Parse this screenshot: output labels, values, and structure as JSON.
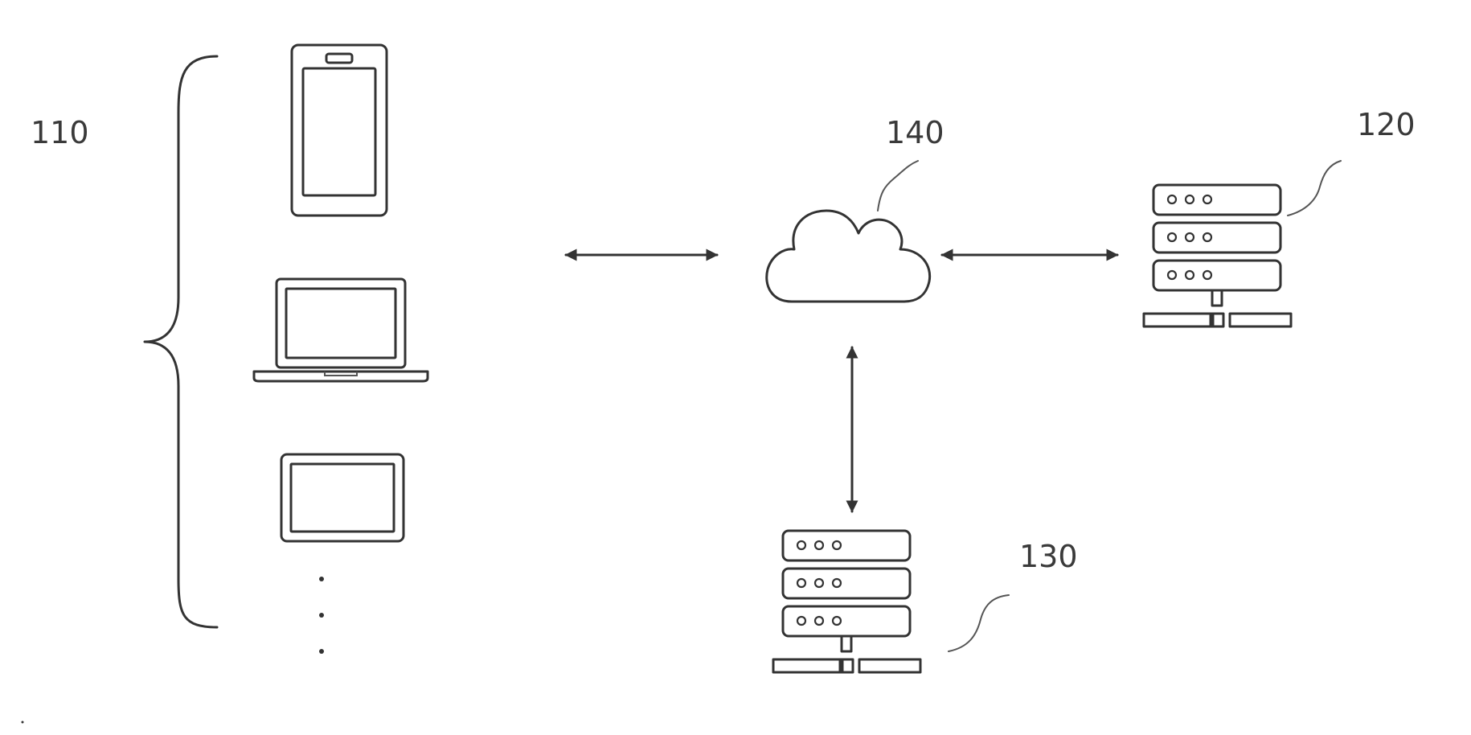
{
  "labels": {
    "client_devices": "110",
    "server_a": "120",
    "server_b": "130",
    "network": "140"
  },
  "devices": [
    {
      "icon": "smartphone-icon"
    },
    {
      "icon": "laptop-icon"
    },
    {
      "icon": "tablet-icon"
    },
    {
      "icon": "ellipsis-icon"
    }
  ],
  "colors": {
    "stroke": "#333333",
    "background": "#ffffff"
  }
}
